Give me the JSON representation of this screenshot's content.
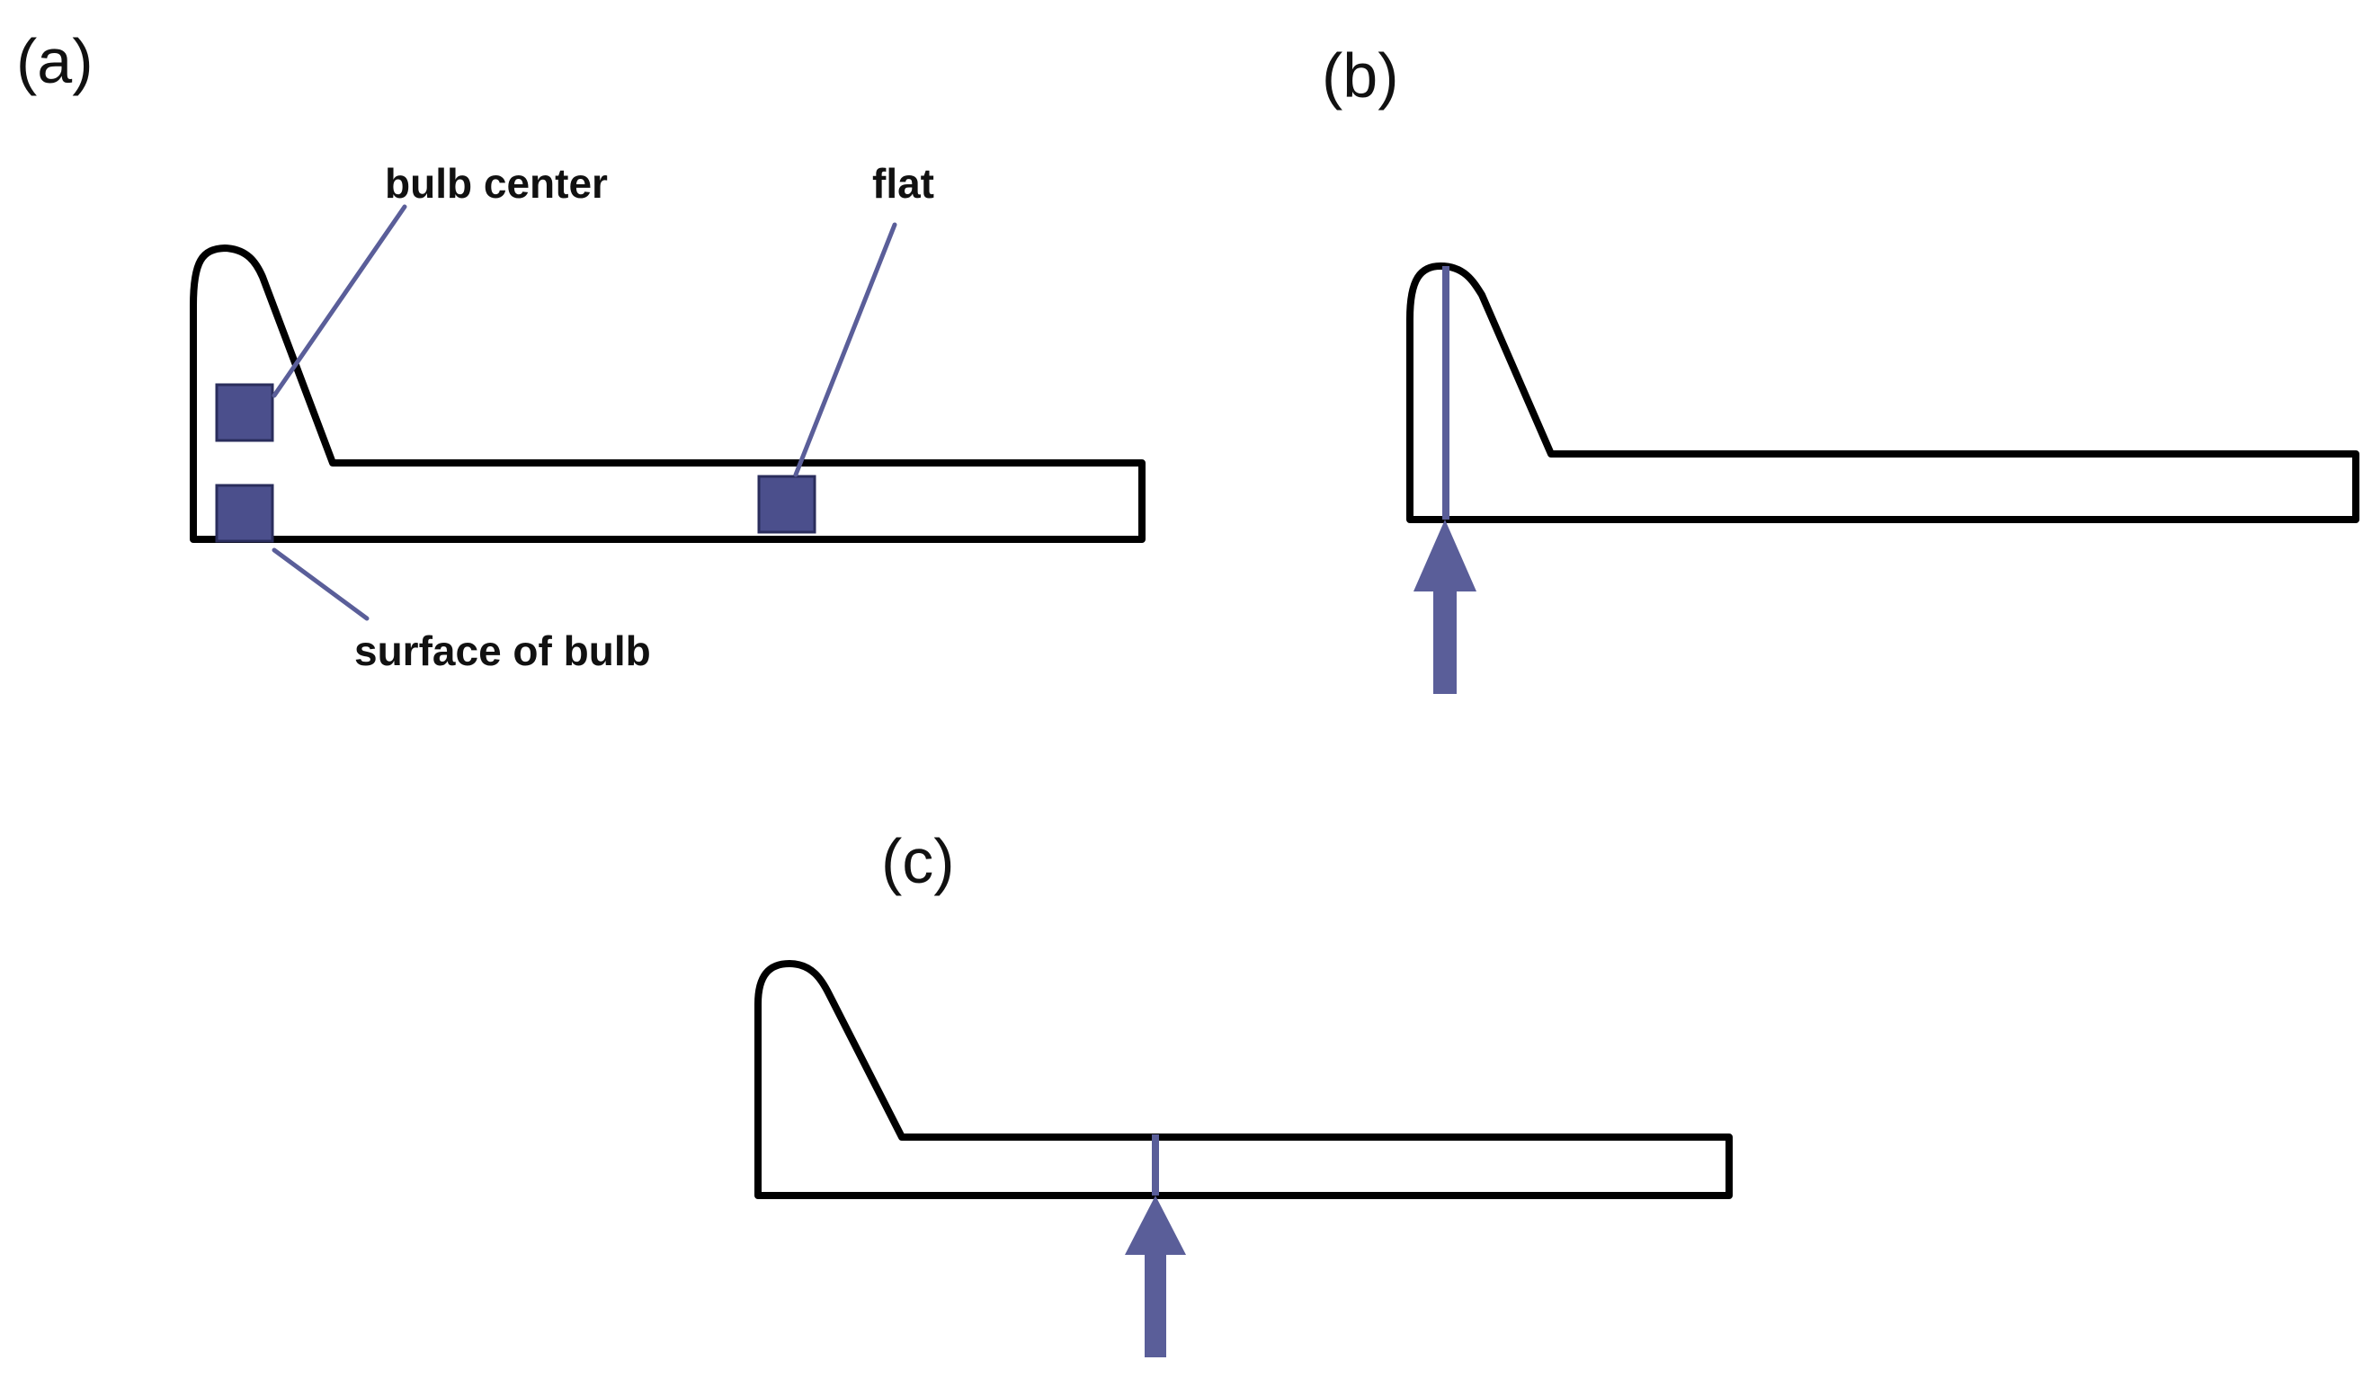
{
  "panels": {
    "a": {
      "label": "(a)",
      "callouts": {
        "bulb_center": "bulb center",
        "flat": "flat",
        "surface_of_bulb": "surface of bulb"
      }
    },
    "b": {
      "label": "(b)"
    },
    "c": {
      "label": "(c)"
    }
  },
  "colors": {
    "outline": "#000000",
    "marker": "#4b4f8c",
    "marker_border": "#2a2d5c",
    "arrow": "#5a5e99"
  }
}
